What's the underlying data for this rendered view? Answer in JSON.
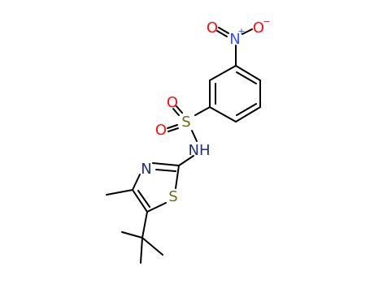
{
  "molecule": {
    "colors": {
      "bond": "#000000",
      "oxygen": "#ff0d0d",
      "nitrogen": "#3050f8",
      "nitrogen_dark": "#1f2e8a",
      "sulfur": "#6b6b16",
      "carbon": "#000000"
    },
    "labels": {
      "o_top_left": "O",
      "n_nitro": "N",
      "n_plus": "+",
      "o_top_right": "O",
      "o_minus": "−",
      "o_sulfonyl_top": "O",
      "s_sulfonyl": "S",
      "o_sulfonyl_bottom": "O",
      "nh": "NH",
      "n_ring": "N",
      "s_ring": "S"
    }
  }
}
